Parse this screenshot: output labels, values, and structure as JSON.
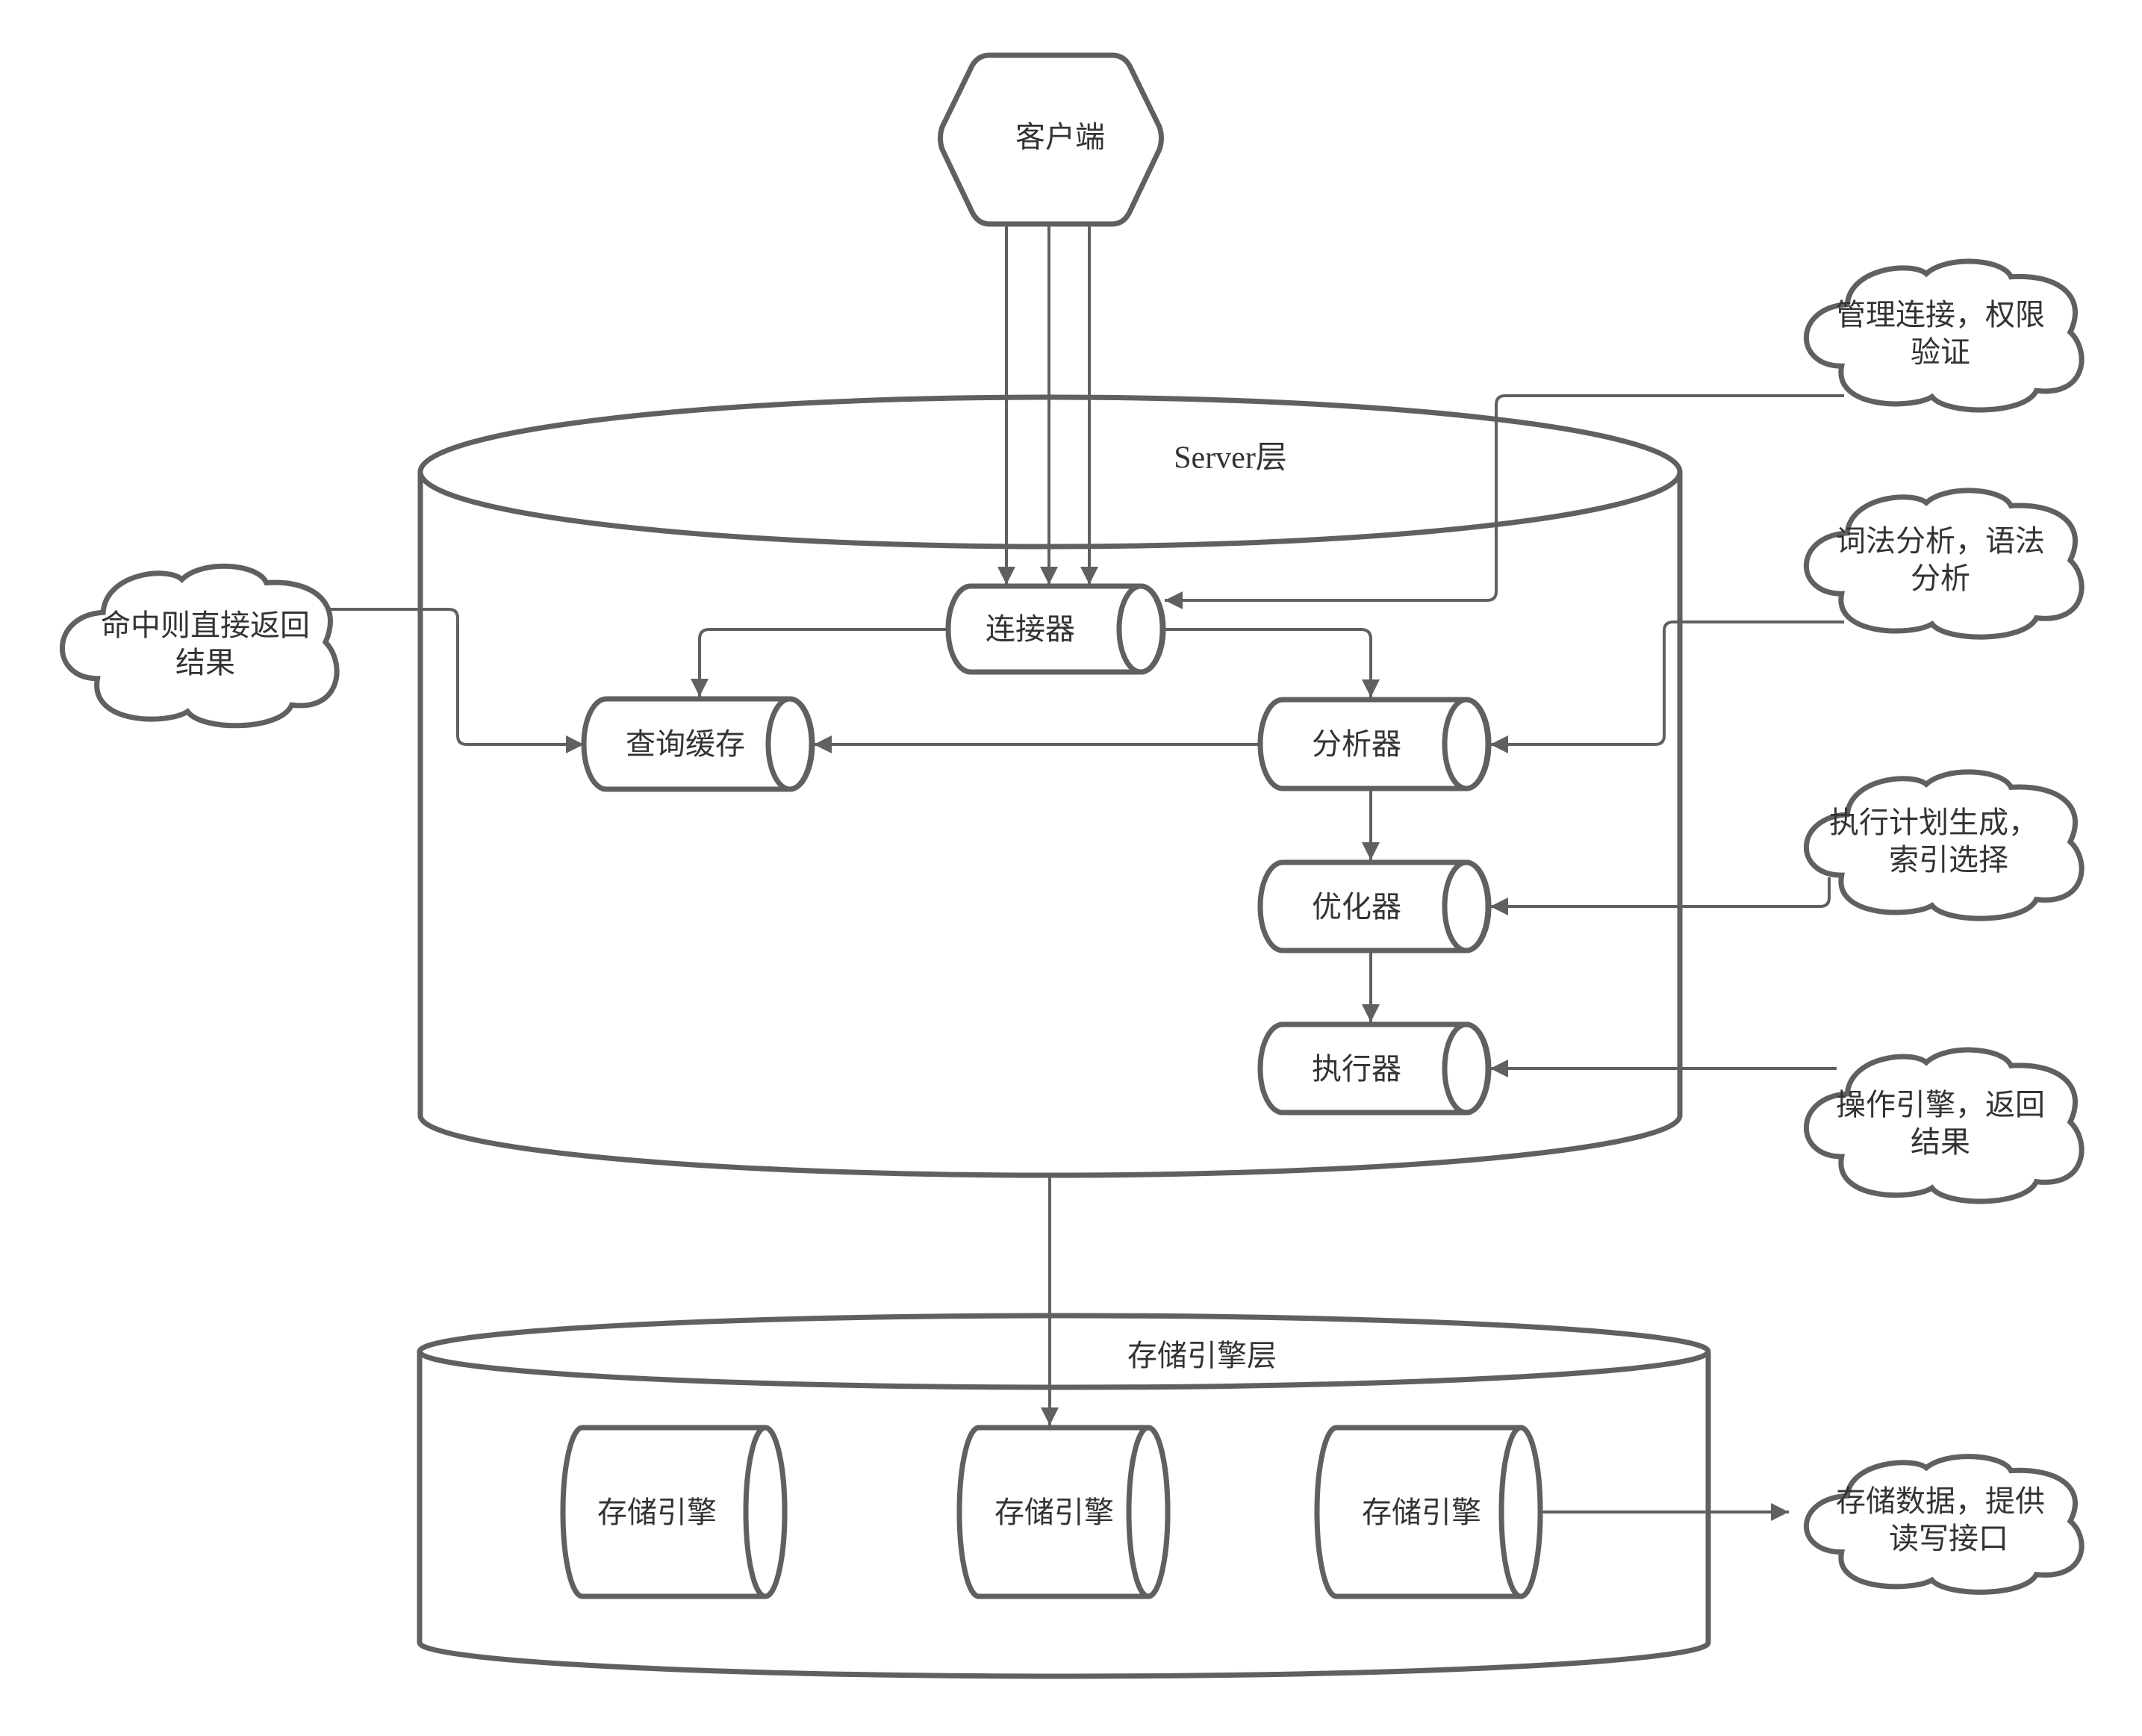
{
  "diagram": {
    "colors": {
      "stroke": "#606060",
      "text": "#333333",
      "background": "#ffffff"
    },
    "client": {
      "label": "客户端"
    },
    "server_layer": {
      "label": "Server层",
      "components": {
        "connector": "连接器",
        "query_cache": "查询缓存",
        "analyzer": "分析器",
        "optimizer": "优化器",
        "executor": "执行器"
      }
    },
    "storage_layer": {
      "label": "存储引擎层",
      "engines": [
        "存储引擎",
        "存储引擎",
        "存储引擎"
      ]
    },
    "notes": {
      "auth": [
        "管理连接，权限",
        "验证"
      ],
      "lexer": [
        "词法分析，语法",
        "分析"
      ],
      "optimizer": [
        "执行计划生成，",
        "索引选择"
      ],
      "executor": [
        "操作引擎，返回",
        "结果"
      ],
      "storage": [
        "存储数据，提供",
        "读写接口"
      ],
      "cache_hit": [
        "命中则直接返回",
        "结果"
      ]
    },
    "edges": [
      {
        "from": "client",
        "to": "connector",
        "count": 3
      },
      {
        "from": "auth-note",
        "to": "connector"
      },
      {
        "from": "connector",
        "to": "query_cache"
      },
      {
        "from": "connector",
        "to": "analyzer"
      },
      {
        "from": "cache-hit-note",
        "to": "query_cache"
      },
      {
        "from": "analyzer",
        "to": "query_cache"
      },
      {
        "from": "lexer-note",
        "to": "analyzer"
      },
      {
        "from": "analyzer",
        "to": "optimizer"
      },
      {
        "from": "optimizer-note",
        "to": "optimizer"
      },
      {
        "from": "optimizer",
        "to": "executor"
      },
      {
        "from": "executor-note",
        "to": "executor"
      },
      {
        "from": "server_layer",
        "to": "storage_engine_2"
      },
      {
        "from": "storage_engine_3",
        "to": "storage-note"
      }
    ]
  }
}
